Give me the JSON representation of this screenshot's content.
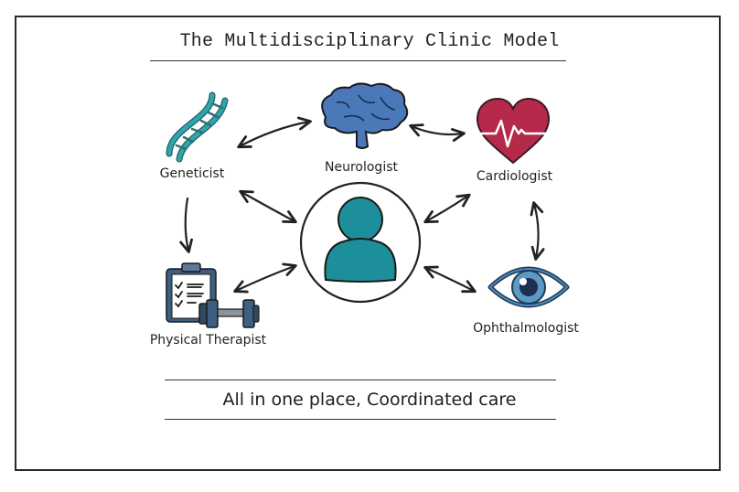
{
  "diagram": {
    "title": "The Multidisciplinary Clinic Model",
    "center": {
      "name": "Patient",
      "icon": "person-icon",
      "color": "#1d8f9a"
    },
    "nodes": [
      {
        "id": "geneticist",
        "label": "Geneticist",
        "icon": "dna-icon",
        "color": "#2a9aa0"
      },
      {
        "id": "neurologist",
        "label": "Neurologist",
        "icon": "brain-icon",
        "color": "#4a78b8"
      },
      {
        "id": "cardiologist",
        "label": "Cardiologist",
        "icon": "heart-icon",
        "color": "#b52a4a"
      },
      {
        "id": "physical_therapist",
        "label": "Physical Therapist",
        "icon": "clipboard-dumbbell-icon",
        "color": "#3d5f80"
      },
      {
        "id": "ophthalmologist",
        "label": "Ophthalmologist",
        "icon": "eye-icon",
        "color": "#4f86b4"
      }
    ],
    "connections": [
      {
        "from": "geneticist",
        "to": "neurologist",
        "direction": "both"
      },
      {
        "from": "neurologist",
        "to": "cardiologist",
        "direction": "both"
      },
      {
        "from": "geneticist",
        "to": "physical_therapist",
        "direction": "forward"
      },
      {
        "from": "cardiologist",
        "to": "ophthalmologist",
        "direction": "both"
      },
      {
        "from": "geneticist",
        "to": "patient",
        "direction": "both"
      },
      {
        "from": "cardiologist",
        "to": "patient",
        "direction": "both"
      },
      {
        "from": "physical_therapist",
        "to": "patient",
        "direction": "both"
      },
      {
        "from": "ophthalmologist",
        "to": "patient",
        "direction": "both"
      }
    ],
    "tagline": "All in one place, Coordinated care"
  }
}
